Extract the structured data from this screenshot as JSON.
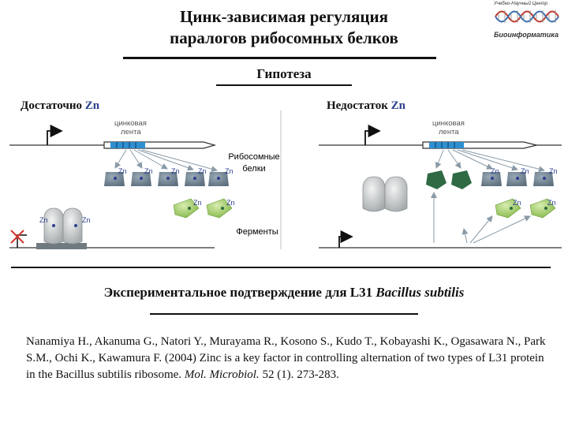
{
  "title": {
    "line1": "Цинк-зависимая регуляция",
    "line2": "паралогов рибосомных белков"
  },
  "logo": {
    "top_text": "Учебно-Научный Центр",
    "name": "Биоинформатика"
  },
  "hypothesis": "Гипотеза",
  "left_panel": {
    "label_prefix": "Достаточно ",
    "label_zn": "Zn",
    "ribbon_label_1": "цинковая",
    "ribbon_label_2": "лента"
  },
  "right_panel": {
    "label_prefix": "Недостаток ",
    "label_zn": "Zn",
    "ribbon_label_1": "цинковая",
    "ribbon_label_2": "лента"
  },
  "center": {
    "ribosomal_1": "Рибосомные",
    "ribosomal_2": "белки",
    "enzymes": "Ферменты"
  },
  "zn_tag": "Zn",
  "experimental": {
    "prefix": "Экспериментальное подтверждение для L31 ",
    "species": "Bacillus subtilis"
  },
  "reference": {
    "authors": "Nanamiya H., Akanuma G., Natori Y., Murayama R., Kosono S., Kudo T., Kobayashi K., Ogasawara N., Park S.M., Ochi K., Kawamura F. (2004) ",
    "article_title": "Zinc is a key factor in controlling alternation of two types of L31 protein in the Bacillus subtilis ribosome.",
    "journal": "Mol. Microbiol.",
    "volume": " 52 (1).",
    "pages": " 273-283."
  },
  "colors": {
    "ribbon_blue": "#2f8fd0",
    "protein_gray": "#6d7f8e",
    "enzyme_green": "#9ccc5a",
    "enzyme_dark": "#2e6b3a",
    "ribosome_gray": "#b8bcbd",
    "zn_blue": "#2b3f8f",
    "repress_red": "#d0352c"
  }
}
